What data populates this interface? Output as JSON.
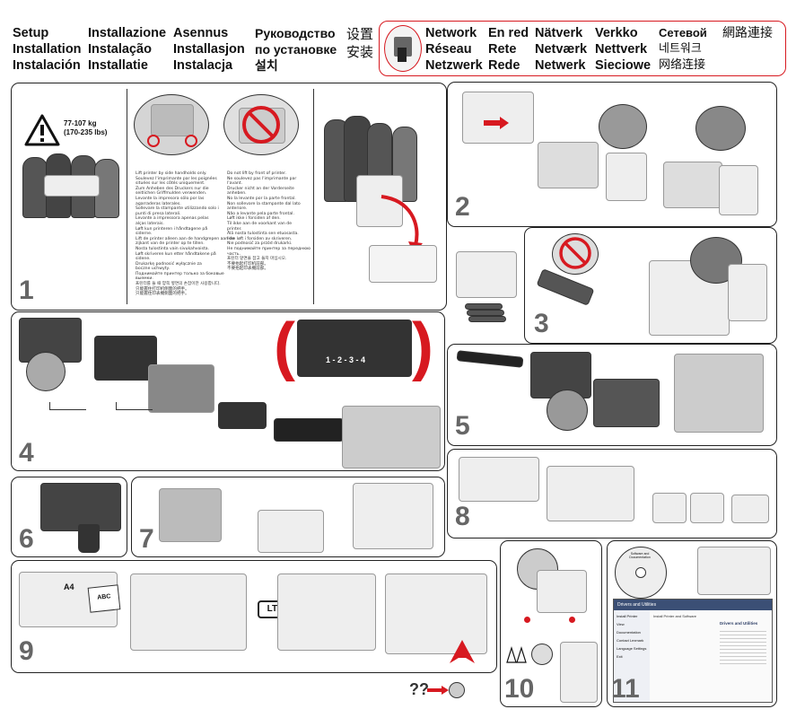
{
  "header": {
    "col1": [
      "Setup",
      "Installation",
      "Instalación"
    ],
    "col2": [
      "Installazione",
      "Instalação",
      "Installatie"
    ],
    "col3": [
      "Asennus",
      "Installasjon",
      "Instalacja"
    ],
    "col4": [
      "Руководство",
      "по установке",
      "설치"
    ],
    "col5": [
      "设置",
      "安装"
    ]
  },
  "network": {
    "col1": [
      "Network",
      "Réseau",
      "Netzwerk"
    ],
    "col2": [
      "En red",
      "Rete",
      "Rede"
    ],
    "col3": [
      "Nätverk",
      "Netværk",
      "Netwerk"
    ],
    "col4": [
      "Verkko",
      "Nettverk",
      "Sieciowe"
    ],
    "col5": [
      "Сетевой",
      "네트워크",
      "网络连接"
    ],
    "col6": "網路連接"
  },
  "step1": {
    "weight": "77-107 kg",
    "weight_lbs": "(170-235 lbs)",
    "bullets_left": [
      "Lift printer by side handholds only.",
      "Soulevez l'imprimante par les poignées",
      "situées sur les côtés uniquement.",
      "Zum Anheben des Druckers nur die",
      "seitlichen Griffmulden verwenden.",
      "Levante la impresora sólo por las",
      "agarraderas laterales.",
      "Sollevare la stampante utilizzando solo i",
      "punti di presa laterali.",
      "Levante a impressora apenas pelas",
      "alças laterais.",
      "Løft kun printeren i håndtagene på",
      "siderne.",
      "Lift de printer alleen aan de handgrepen aan de",
      "zijkant van de printer op te tillen.",
      "Nosta tulostinta vain sivukahvoista.",
      "Løft skriveren kun etter håndtakene på",
      "sidene.",
      "Drukarkę podnosić wyłącznie za",
      "boczne uchwyty.",
      "Поднимайте принтер только за боковые",
      "выемки.",
      "프린터를 들 때 양쪽 옆면의 손잡이만 사용합니다.",
      "只能握住打印机侧面的把手。",
      "只能握住印表機側面的把手。"
    ],
    "bullets_right": [
      "Do not lift by front of printer.",
      "Ne soulevez pas l'imprimante par",
      "l'avant.",
      "Drucker nicht an der Vorderseite",
      "anheben.",
      "No la levante por la parte frontal.",
      "Non sollevare la stampante dal lato",
      "anteriore.",
      "Não a levante pela parte frontal.",
      "Løft ikke i forsiden af den.",
      "Til ikke aan de voorkant van de",
      "printer.",
      "Älä nosta tulostinta sen etuosasta.",
      "Ikke løft i forsiden av skriveren.",
      "Nie podnosić za przód drukarki.",
      "Не поднимайте принтер за переднюю",
      "часть.",
      "프린터 앞면을 잡고 들지 마십시오.",
      "不要抬起打印机前部。",
      "不要抬起印表機前部。"
    ]
  },
  "steps": {
    "s1": "1",
    "s2": "2",
    "s3": "3",
    "s4": "4",
    "s5": "5",
    "s6": "6",
    "s7": "7",
    "s8": "8",
    "s9": "9",
    "s10": "10",
    "s11": "11"
  },
  "step4": {
    "slots": "1 - 2 - 3 - 4"
  },
  "step9": {
    "paper_a4": "A4",
    "paper_abc": "ABC",
    "ltr": "LTR"
  },
  "step11": {
    "cd_label": "Software and Documentation",
    "title": "Drivers and Utilities",
    "install_printer": "Install Printer and Software",
    "menu": [
      "Install Printer",
      "View Documentation",
      "Contact Lexmark",
      "Language Settings",
      "Exit"
    ],
    "drivers_heading": "Drivers and Utilities"
  },
  "help": "??",
  "colors": {
    "red": "#d71920",
    "border": "#222222",
    "step_number": "#666666"
  }
}
